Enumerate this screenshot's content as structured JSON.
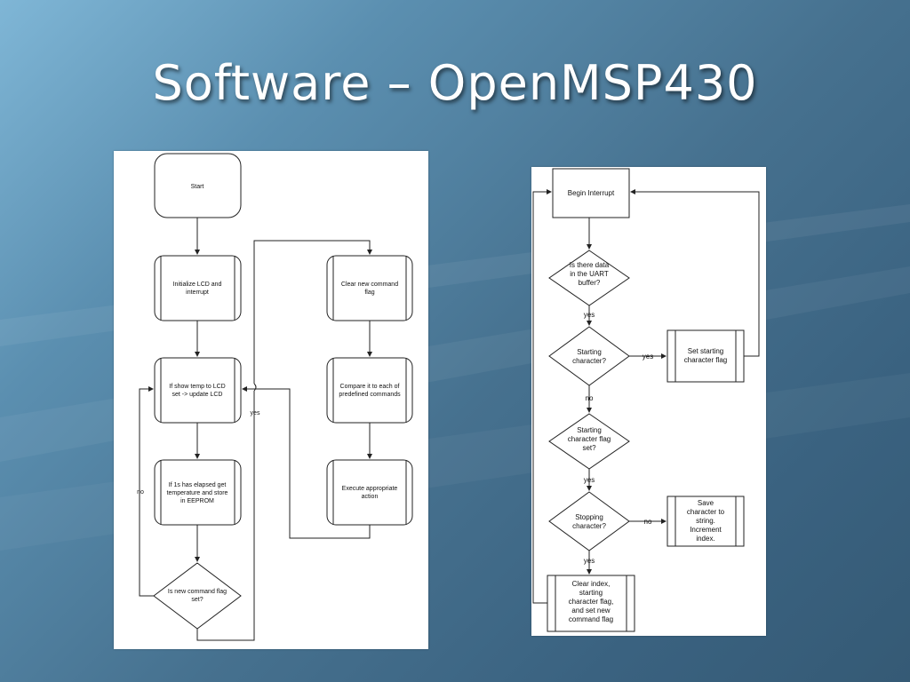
{
  "slide": {
    "title": "Software – OpenMSP430"
  },
  "left_flowchart": {
    "start": "Start",
    "init": [
      "Initialize LCD and",
      "interrupt"
    ],
    "show_temp": [
      "If show temp to LCD",
      "set -> update LCD"
    ],
    "elapsed": [
      "If 1s has elapsed get",
      "temperature and store",
      "in EEPROM"
    ],
    "new_cmd": [
      "Is new command flag",
      "set?"
    ],
    "clear_flag": [
      "Clear new command",
      "flag"
    ],
    "compare": [
      "Compare it to each of",
      "predefined commands"
    ],
    "execute": [
      "Execute appropriate",
      "action"
    ],
    "label_yes": "yes",
    "label_no": "no"
  },
  "right_flowchart": {
    "begin": "Begin Interrupt",
    "uart": [
      "Is there data",
      "in the UART",
      "buffer?"
    ],
    "starting_char": [
      "Starting",
      "character?"
    ],
    "set_flag": [
      "Set starting",
      "character flag"
    ],
    "flag_set": [
      "Starting",
      "character flag",
      "set?"
    ],
    "stopping_char": [
      "Stopping",
      "character?"
    ],
    "save_char": [
      "Save",
      "character to",
      "string.",
      "Increment",
      "index."
    ],
    "clear_index": [
      "Clear index,",
      "starting",
      "character flag,",
      "and set new",
      "command flag"
    ],
    "yes_1": "yes",
    "yes_2": "yes",
    "no_1": "no",
    "yes_3": "yes",
    "no_2": "no",
    "yes_4": "yes"
  }
}
